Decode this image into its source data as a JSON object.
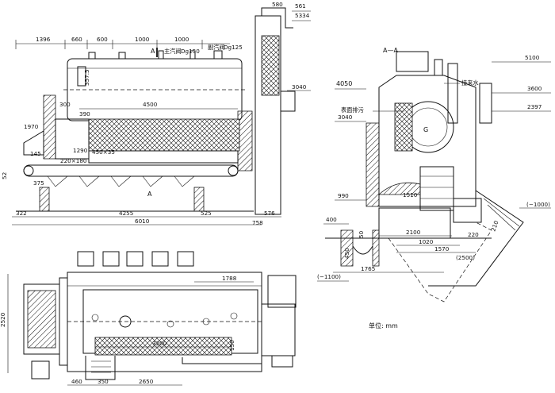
{
  "elevation_view": {
    "dims_top": [
      "1396",
      "660",
      "600",
      "1000",
      "1000"
    ],
    "top_stack": [
      "580",
      "561",
      "5334"
    ],
    "labels_top": {
      "section_mark": "A",
      "main_steam_valve": "主汽阀",
      "main_steam_size": "Dg150",
      "safety_valve": "副汽阀",
      "safety_size": "Dg125"
    },
    "dims_side": [
      "3040",
      "357.5",
      "300",
      "4500",
      "390",
      "1970",
      "145",
      "1290",
      "450×35",
      "220×180",
      "52",
      "375"
    ],
    "section_mark_bottom": "A",
    "dims_bottom": [
      "322",
      "4255",
      "525",
      "6010",
      "576",
      "758"
    ]
  },
  "section_view": {
    "title": "A—A",
    "levels_right": [
      "5100",
      "3600",
      "2397"
    ],
    "levels_left": [
      "4050",
      "3040",
      "990",
      "400"
    ],
    "callouts": [
      "接来水",
      "表面排污"
    ],
    "bottom_dims": [
      "1510",
      "2100",
      "1020",
      "1570",
      "(2500)",
      "1765",
      "(−1100)",
      "(−1000)",
      "220",
      "210",
      "50",
      "450"
    ],
    "unit_note": "单位: mm"
  },
  "plan_view": {
    "dims": [
      "1788",
      "2520",
      "3200",
      "460",
      "350",
      "2650",
      "150"
    ]
  }
}
